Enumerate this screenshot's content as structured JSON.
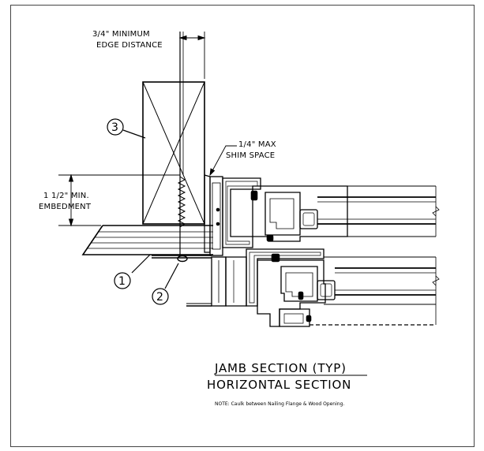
{
  "labels": {
    "edge_line1": "3/4\" MINIMUM",
    "edge_line2": "EDGE DISTANCE",
    "shim_line1": "1/4\" MAX",
    "shim_line2": "SHIM SPACE",
    "embed_line1": "1 1/2\" MIN.",
    "embed_line2": "EMBEDMENT"
  },
  "callouts": {
    "c1": "1",
    "c2": "2",
    "c3": "3"
  },
  "titles": {
    "main": "JAMB SECTION (TYP)",
    "sub": "HORIZONTAL SECTION"
  },
  "note": "NOTE: Caulk between Nailing Flange & Wood Opening.",
  "colors": {
    "line": "#000000",
    "border": "#444444",
    "background": "#ffffff"
  }
}
